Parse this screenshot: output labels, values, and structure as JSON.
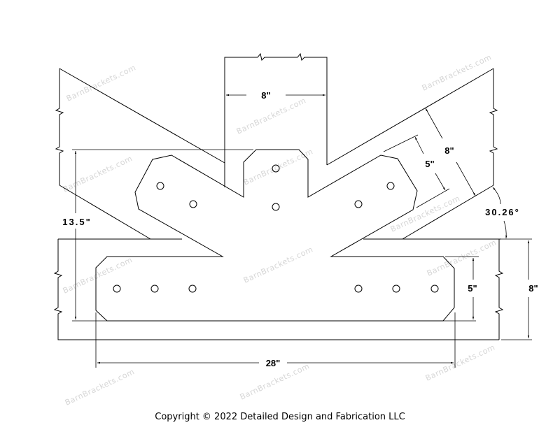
{
  "drawing": {
    "dimensions": {
      "post_width": "8\"",
      "bracket_height": "13.5\"",
      "bracket_length": "28\"",
      "strap_width_beam": "5\"",
      "beam_depth": "8\"",
      "strap_width_brace": "5\"",
      "brace_depth": "8\"",
      "brace_angle": "30.26°"
    },
    "watermark": "BarnBrackets.com",
    "hole_count": 12
  },
  "footer": {
    "copyright": "Copyright © 2022 Detailed Design and Fabrication LLC"
  }
}
